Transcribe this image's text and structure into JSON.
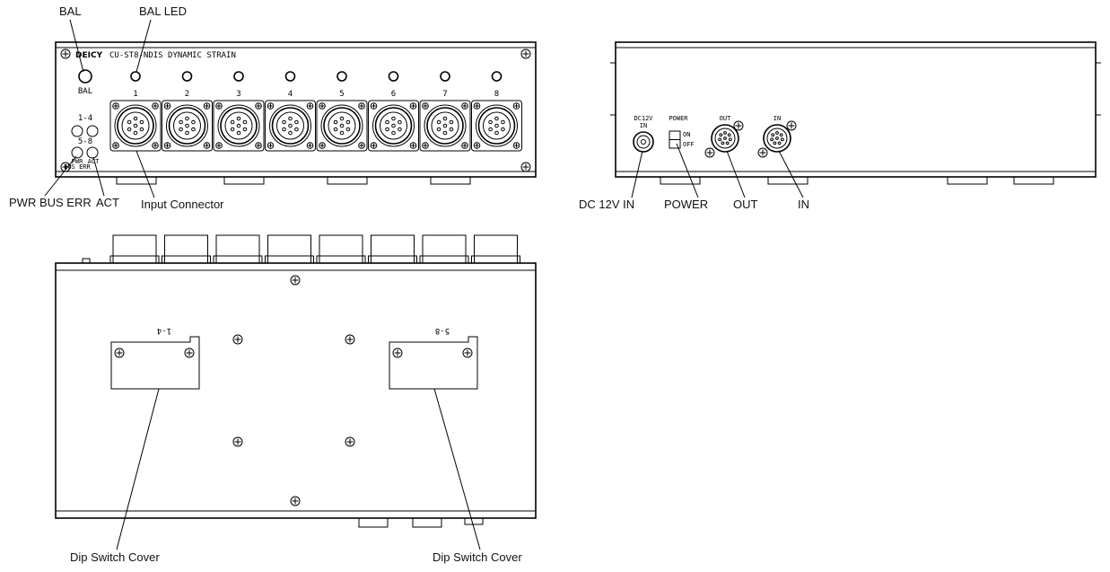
{
  "front_panel": {
    "model_text": "CU-ST8-NDIS DYNAMIC STRAIN",
    "brand": "DEICY",
    "bal_button_label": "BAL",
    "group_1_4": "1-4",
    "group_5_8": "5-8",
    "pwr_label": "PWR",
    "bus_err_label": "BUS ERR",
    "act_label": "ACT",
    "channels": [
      "1",
      "2",
      "3",
      "4",
      "5",
      "6",
      "7",
      "8"
    ]
  },
  "rear_panel": {
    "dc_label_1": "DC12V",
    "dc_label_2": "IN",
    "power_label": "POWER",
    "on_label": "ON",
    "off_label": "OFF",
    "out_label": "OUT",
    "in_label": "IN"
  },
  "bottom_panel": {
    "cover_left_label": "1-4",
    "cover_right_label": "5-8"
  },
  "callouts": {
    "bal": "BAL",
    "bal_led": "BAL LED",
    "pwr_bus_err": "PWR BUS ERR",
    "act": "ACT",
    "input_connector": "Input Connector",
    "dc12v_in": "DC 12V IN",
    "power": "POWER",
    "out": "OUT",
    "in": "IN",
    "dip_left": "Dip Switch Cover",
    "dip_right": "Dip Switch Cover"
  }
}
